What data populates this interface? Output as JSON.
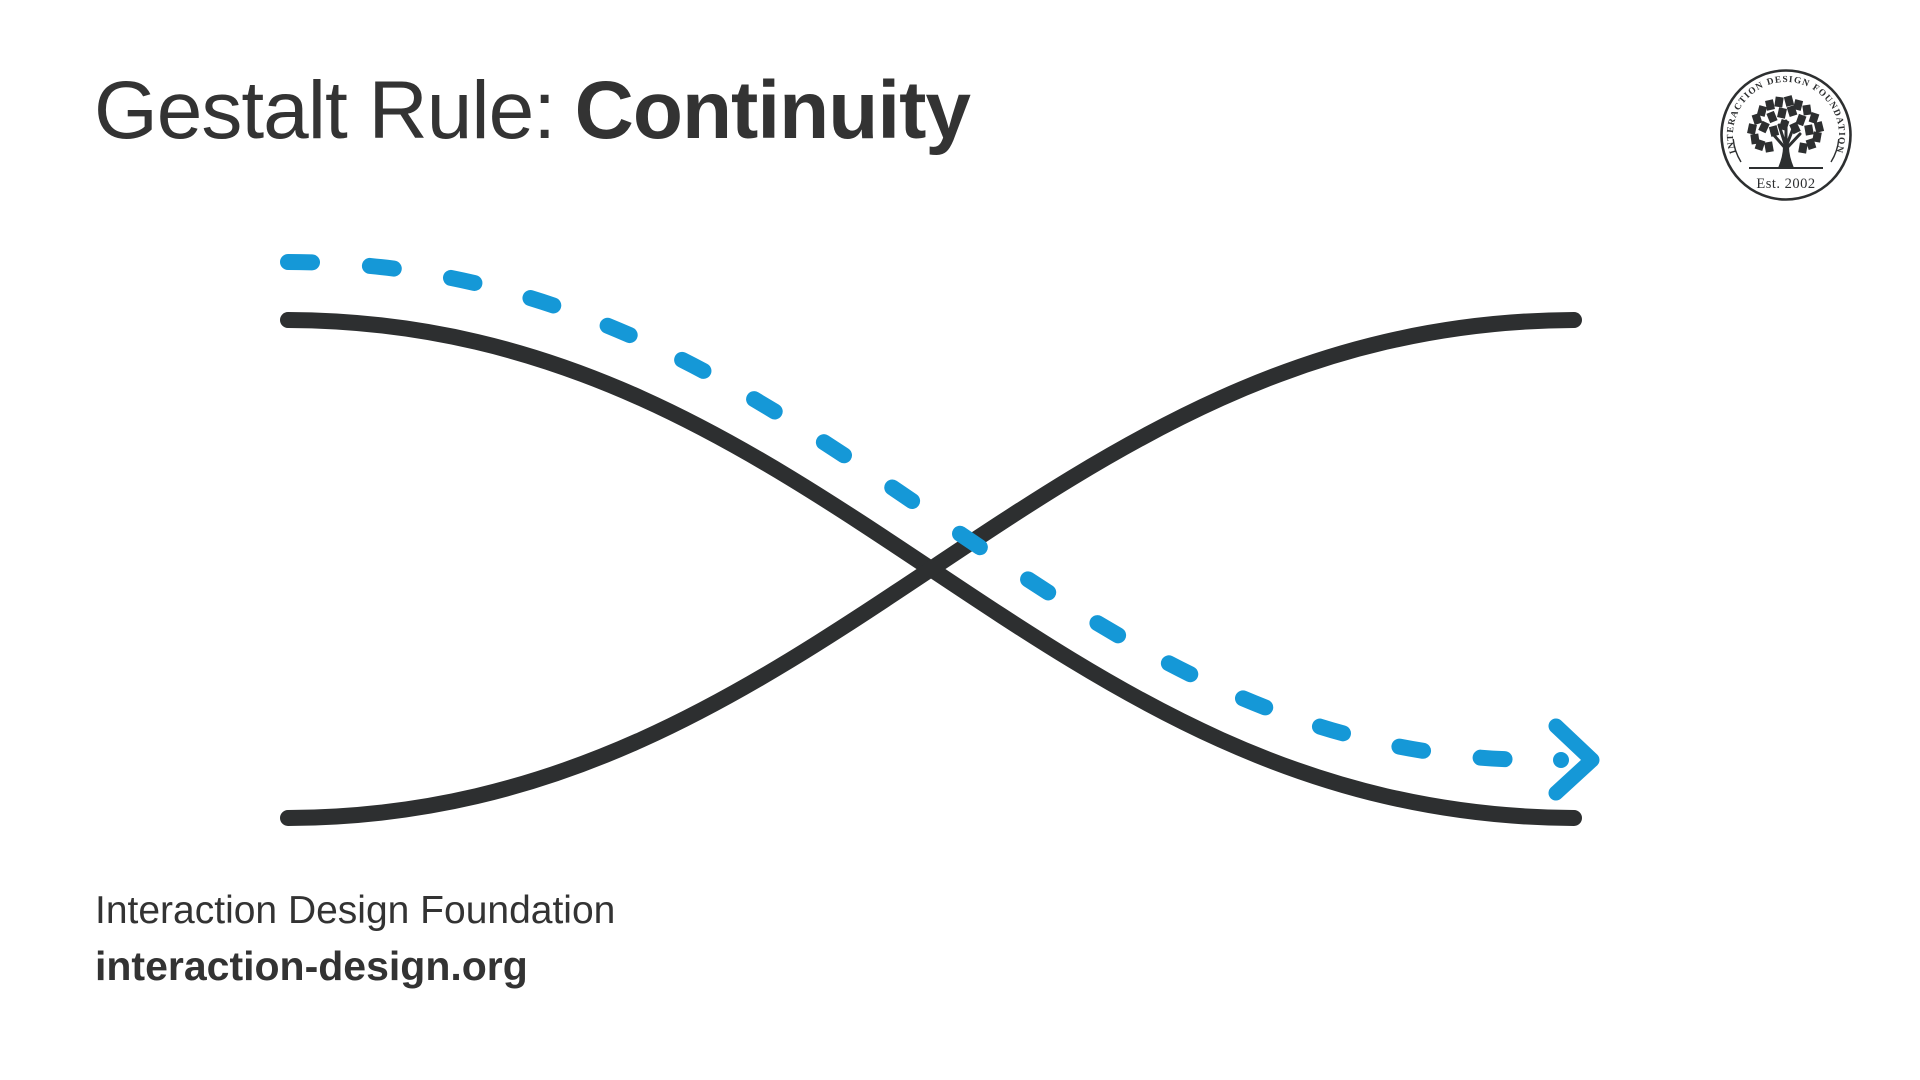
{
  "title": {
    "regular": "Gestalt Rule:",
    "bold": "Continuity"
  },
  "footer": {
    "org": "Interaction Design Foundation",
    "url": "interaction-design.org"
  },
  "logo": {
    "arc_text": "INTERACTION DESIGN FOUNDATION",
    "established": "Est. 2002"
  },
  "diagram": {
    "description": "Two solid dark S-curves crossing in an X; a blue dashed curve with an arrowhead continues smoothly along one path from upper-left to lower-right, illustrating the Gestalt principle of continuity.",
    "elements": [
      "black-curve-descending",
      "black-curve-ascending",
      "blue-dashed-curve",
      "blue-arrow-head"
    ]
  },
  "colors": {
    "accent_blue": "#1598d7",
    "line_dark": "#2d2f30",
    "text_dark": "#333333",
    "background": "#ffffff"
  }
}
